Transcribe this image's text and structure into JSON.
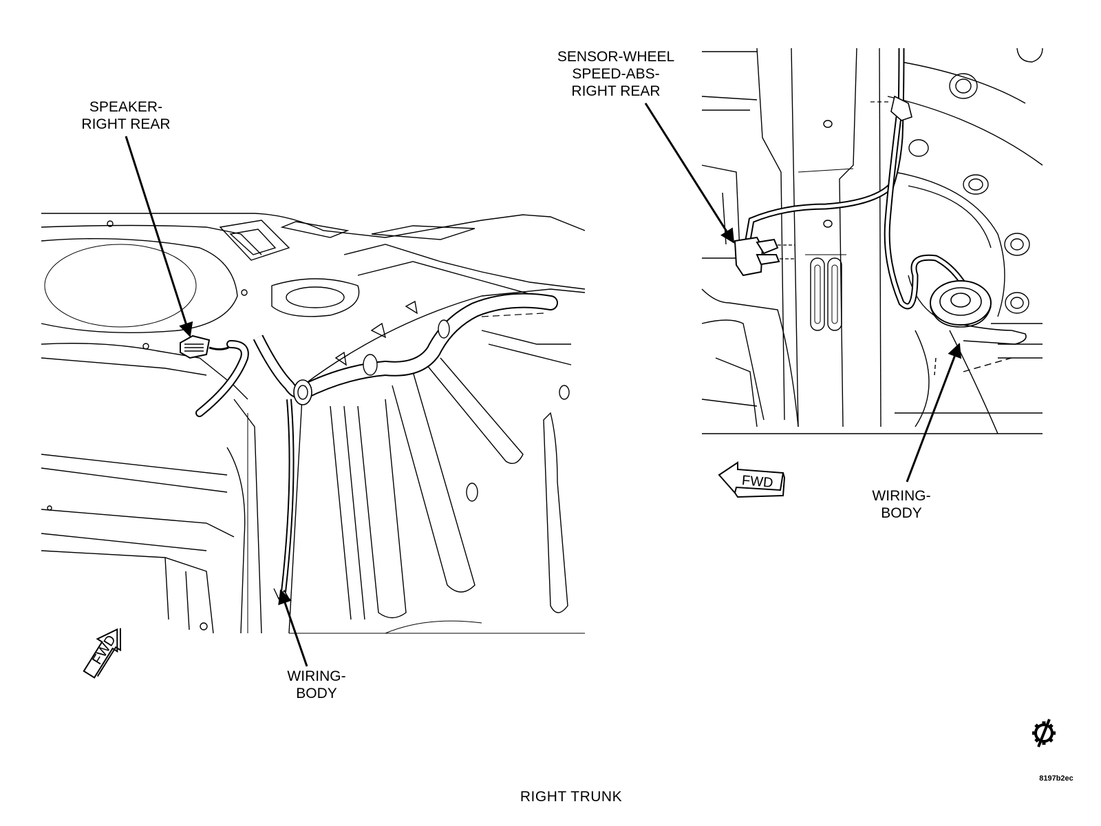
{
  "callouts": {
    "speaker": [
      "SPEAKER-",
      "RIGHT REAR"
    ],
    "wiring_left": [
      "WIRING-",
      "BODY"
    ],
    "sensor": [
      "SENSOR-WHEEL",
      "SPEED-ABS-",
      "RIGHT REAR"
    ],
    "wiring_right": [
      "WIRING-",
      "BODY"
    ]
  },
  "fwd_label": "FWD",
  "caption": "RIGHT TRUNK",
  "figure_code": "8197b2ec",
  "icons": {
    "service_symbol": "gear-slash-icon"
  },
  "colors": {
    "line": "#000000",
    "background": "#ffffff"
  }
}
